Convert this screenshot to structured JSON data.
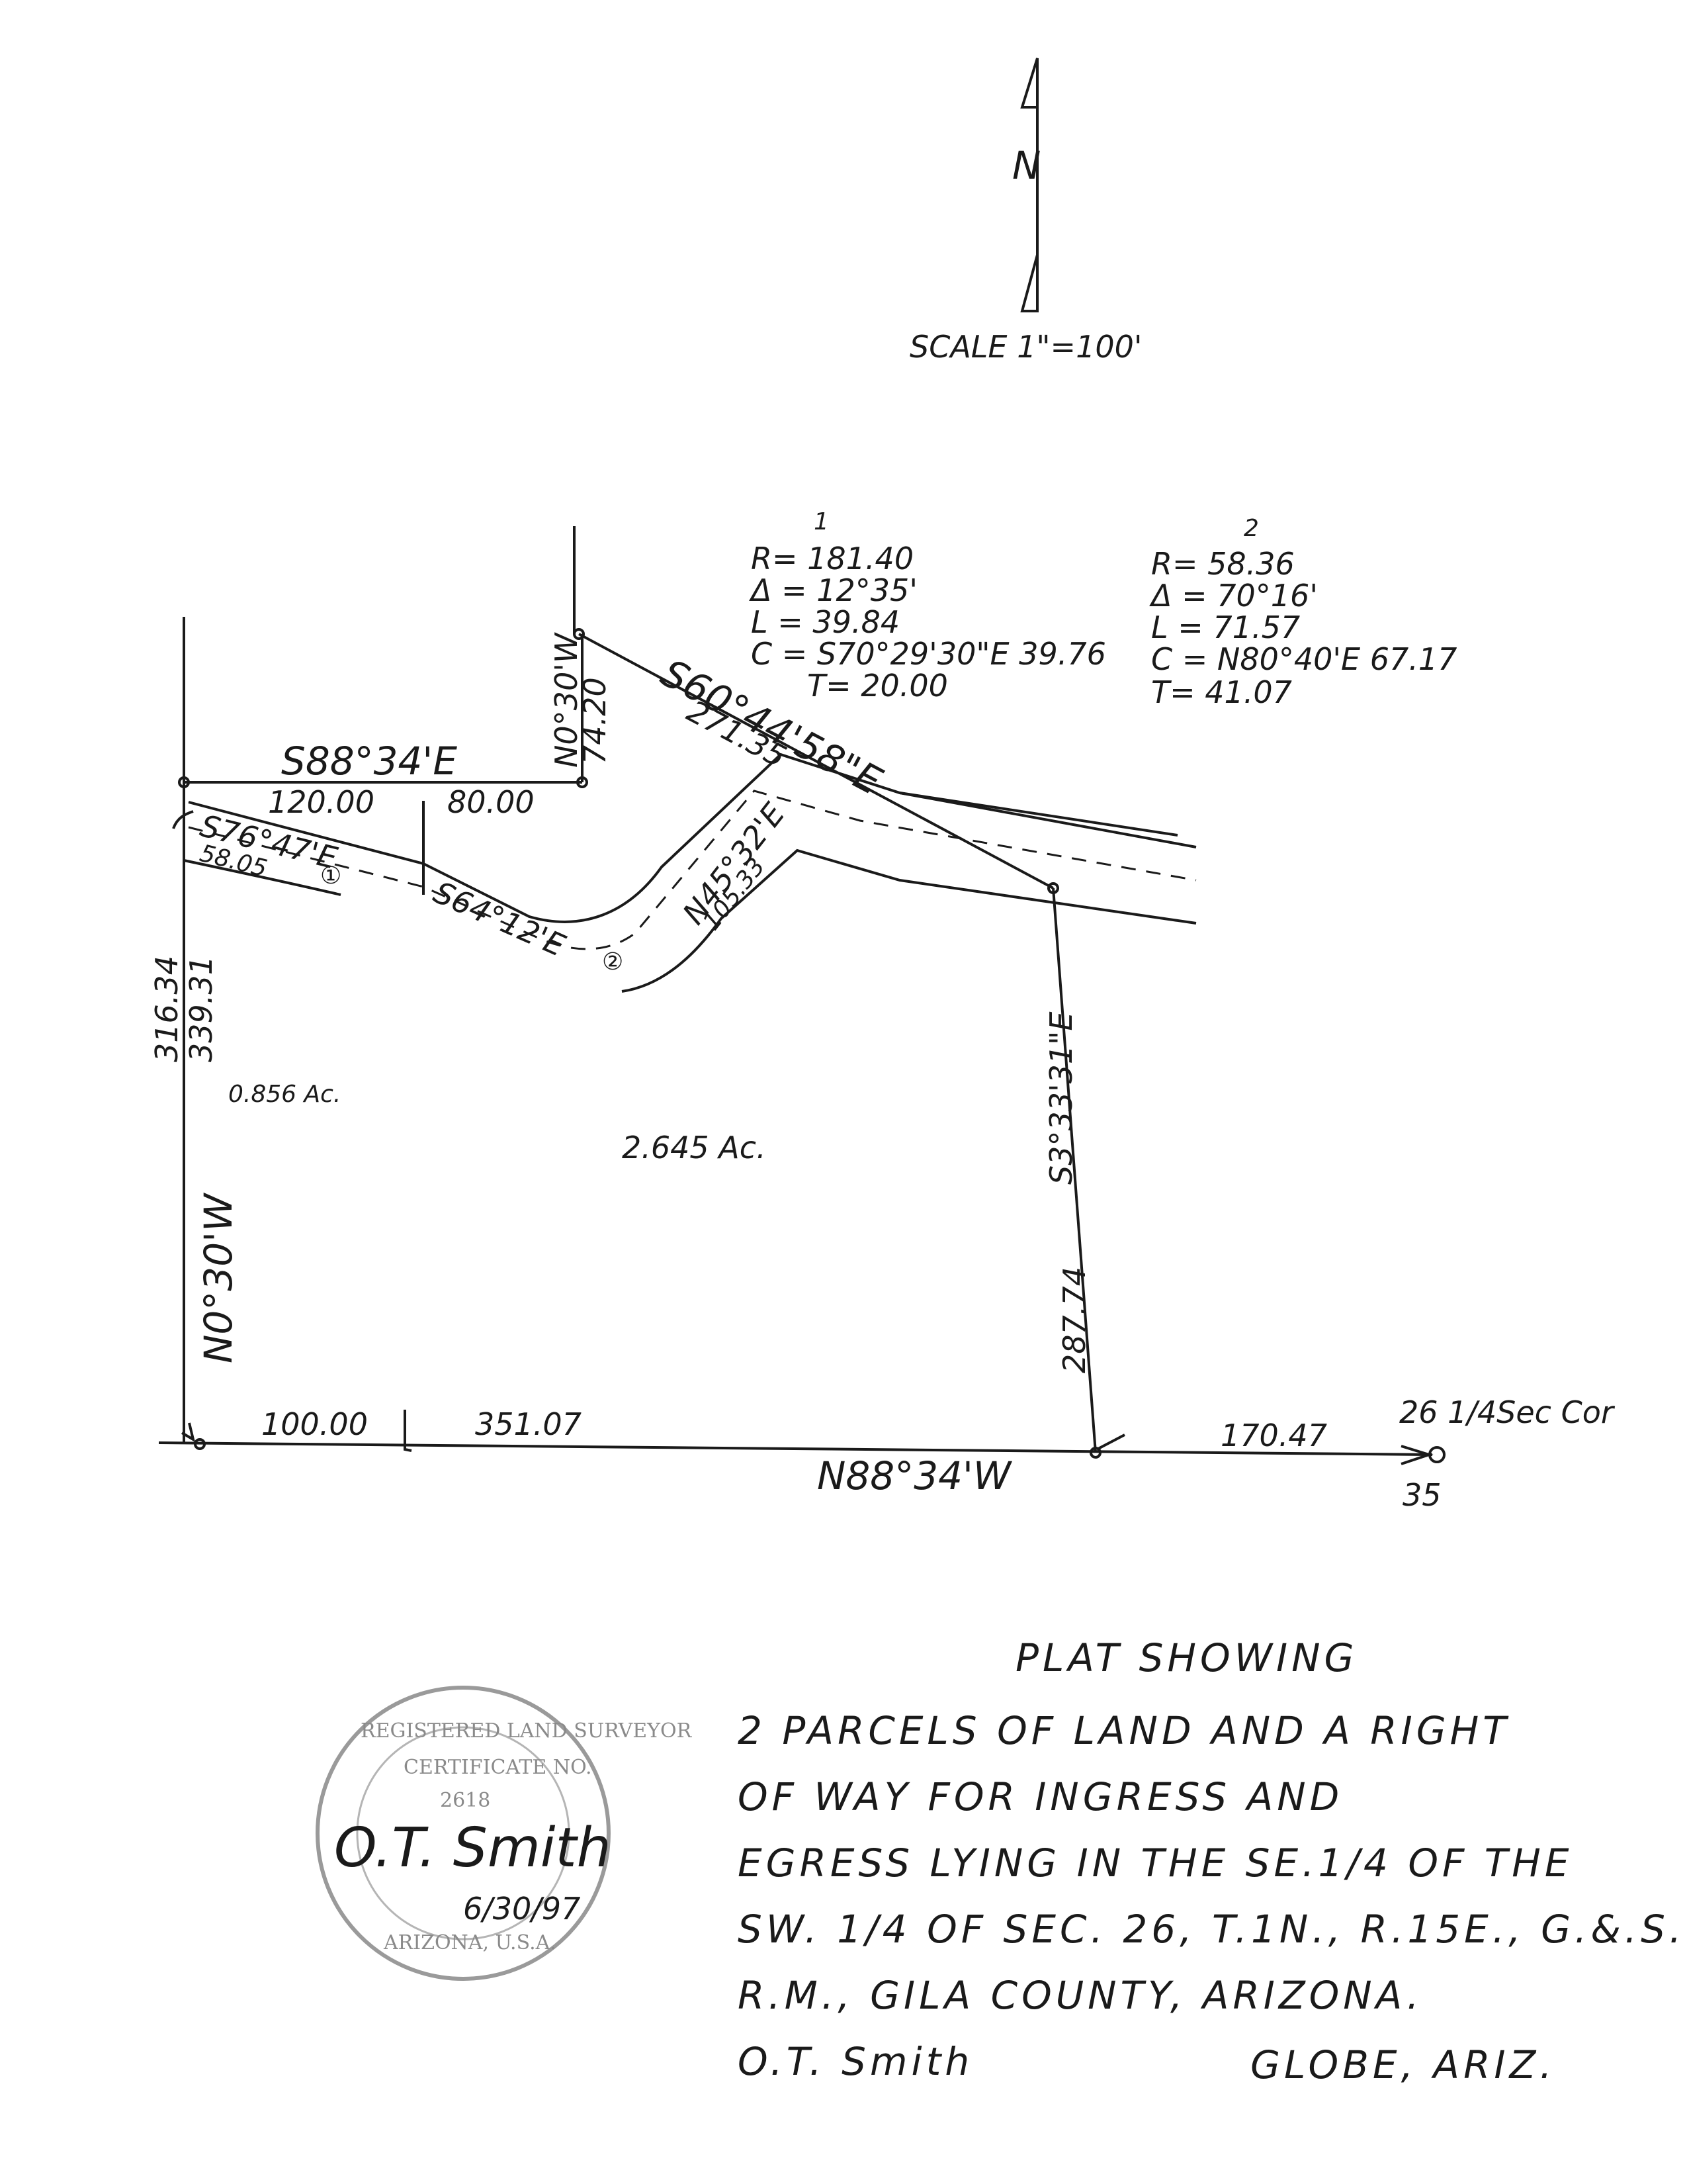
{
  "north_arrow": {
    "label": "N"
  },
  "scale": "SCALE 1\"=100'",
  "curve_table": [
    {
      "id": "1",
      "R": "R= 181.40",
      "delta": "Δ = 12°35'",
      "L": "L = 39.84",
      "C": "C = S70°29'30\"E 39.76",
      "T": "T= 20.00"
    },
    {
      "id": "2",
      "R": "R= 58.36",
      "delta": "Δ = 70°16'",
      "L": "L = 71.57",
      "C": "C = N80°40'E 67.17",
      "T": "T= 41.07"
    }
  ],
  "bearings": {
    "north_line": "S88°34'E",
    "north_line_dist_1": "120.00",
    "north_line_dist_2": "80.00",
    "jog": "N0°30'W",
    "jog_dist": "74.20",
    "ne_line": "S60°44'58\"E",
    "ne_line_dist": "271.35",
    "row_1": "S76°47'E",
    "row_1_dist": "58.05",
    "row_2": "S64°12'E",
    "row_3": "N45°32'E",
    "row_3_dist": "105.33",
    "west_dists": "316.34",
    "west_dists_2": "339.31",
    "west_line": "N0°30'W",
    "east_line": "S3°33'31\"E",
    "east_dist": "287.74",
    "south_dist_1": "100.00",
    "south_dist_2": "351.07",
    "south_line": "N88°34'W",
    "south_dist_3": "170.47",
    "corner": "26 1/4Sec Cor",
    "corner_sec": "35"
  },
  "markers": {
    "curve1": "①",
    "curve2": "②"
  },
  "areas": {
    "parcel_west": "0.856 Ac.",
    "parcel_east": "2.645 Ac."
  },
  "title_block": {
    "heading": "PLAT SHOWING",
    "lines": [
      "2 PARCELS OF LAND AND A RIGHT",
      "OF WAY FOR INGRESS AND",
      "EGRESS LYING IN THE SE.1/4 OF THE",
      "SW. 1/4 OF SEC. 26, T.1N., R.15E., G.&.S.",
      "R.M., GILA COUNTY, ARIZONA."
    ],
    "surveyor": "O.T. Smith",
    "location": "GLOBE, ARIZ."
  },
  "seal": {
    "ring": "REGISTERED LAND SURVEYOR",
    "cert": "CERTIFICATE NO.",
    "number": "2618",
    "state": "ARIZONA, U.S.A.",
    "signature": "O.T. Smith",
    "date": "6/30/97"
  }
}
